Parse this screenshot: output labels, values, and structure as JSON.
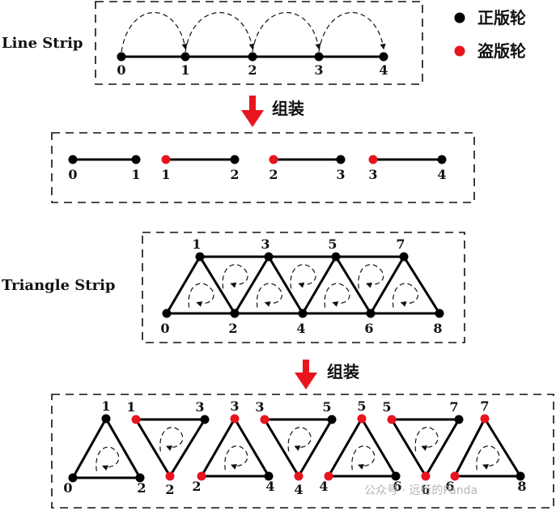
{
  "sections": {
    "line_strip_label": "Line Strip",
    "triangle_strip_label": "Triangle Strip"
  },
  "legend": {
    "genuine_label": "正版轮",
    "pirated_label": "盗版轮"
  },
  "assemble_label": "组装",
  "watermark": "公众号 · 远行的Panda",
  "colors": {
    "genuine": "#000000",
    "pirated": "#e8141e",
    "arrow": "#e8141e"
  },
  "line_strip": {
    "vertices": [
      "0",
      "1",
      "2",
      "3",
      "4"
    ]
  },
  "line_list": {
    "segments": [
      {
        "from": "0",
        "to": "1",
        "from_color": "genuine",
        "to_color": "genuine"
      },
      {
        "from": "1",
        "to": "2",
        "from_color": "pirated",
        "to_color": "genuine"
      },
      {
        "from": "2",
        "to": "3",
        "from_color": "pirated",
        "to_color": "genuine"
      },
      {
        "from": "3",
        "to": "4",
        "from_color": "pirated",
        "to_color": "genuine"
      }
    ]
  },
  "triangle_strip": {
    "top_vertices": [
      "1",
      "3",
      "5",
      "7"
    ],
    "bottom_vertices": [
      "0",
      "2",
      "4",
      "6",
      "8"
    ]
  },
  "triangle_list": {
    "triangles": [
      {
        "labels": [
          "0",
          "1",
          "2"
        ],
        "colors": [
          "genuine",
          "genuine",
          "genuine"
        ],
        "orientation": "up"
      },
      {
        "labels": [
          "1",
          "3",
          "2"
        ],
        "colors": [
          "pirated",
          "genuine",
          "pirated"
        ],
        "orientation": "down"
      },
      {
        "labels": [
          "2",
          "3",
          "4"
        ],
        "colors": [
          "pirated",
          "pirated",
          "genuine"
        ],
        "orientation": "up"
      },
      {
        "labels": [
          "3",
          "5",
          "4"
        ],
        "colors": [
          "pirated",
          "genuine",
          "pirated"
        ],
        "orientation": "down"
      },
      {
        "labels": [
          "4",
          "5",
          "6"
        ],
        "colors": [
          "pirated",
          "pirated",
          "genuine"
        ],
        "orientation": "up"
      },
      {
        "labels": [
          "5",
          "7",
          "6"
        ],
        "colors": [
          "pirated",
          "genuine",
          "pirated"
        ],
        "orientation": "down"
      },
      {
        "labels": [
          "6",
          "7",
          "8"
        ],
        "colors": [
          "pirated",
          "pirated",
          "genuine"
        ],
        "orientation": "up"
      }
    ]
  }
}
